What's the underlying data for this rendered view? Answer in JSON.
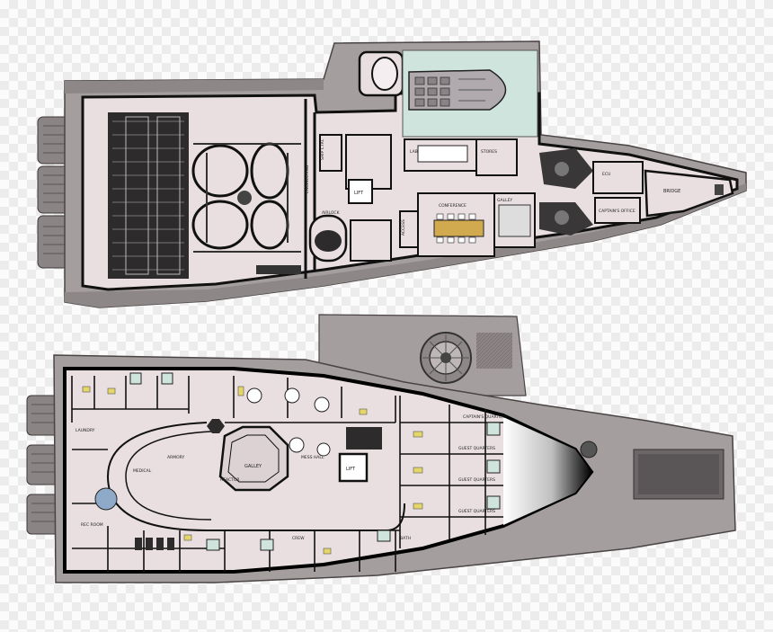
{
  "upper_deck": {
    "labels": {
      "lift": "LIFT",
      "airlock": "AIRLOCK",
      "bridge": "BRIDGE",
      "captains_office": "CAPTAIN'S OFFICE",
      "ecu": "ECU",
      "engineering": "ENGINEERING",
      "conference": "CONFERENCE",
      "galley_upper": "GALLEY",
      "ship_ctrl": "SHIP CTRL",
      "lab": "LAB",
      "stores": "STORES",
      "access": "ACCESS"
    }
  },
  "lower_deck": {
    "labels": {
      "lift": "LIFT",
      "galley": "GALLEY",
      "mess_hall": "MESS HALL",
      "medical": "MEDICAL",
      "reactor": "REACTOR",
      "captains_quarters": "CAPTAIN'S QUARTERS",
      "guest_quarters_1": "GUEST QUARTERS",
      "guest_quarters_2": "GUEST QUARTERS",
      "guest_quarters_3": "GUEST QUARTERS",
      "armory": "ARMORY",
      "laundry": "LAUNDRY",
      "rec_room": "REC ROOM",
      "bath": "BATH",
      "crew": "CREW"
    }
  },
  "colors": {
    "hull": "#a59e9f",
    "hull_dark": "#7e7778",
    "floor": "#e9dfe1",
    "wall": "#111111",
    "glass": "#cfe4dc",
    "accent_yellow": "#e6d66a",
    "cockpit": "#b0aaae"
  },
  "icons": [
    "engine-icon",
    "lift-icon",
    "bed-icon",
    "table-icon",
    "reactor-icon",
    "turret-icon"
  ]
}
